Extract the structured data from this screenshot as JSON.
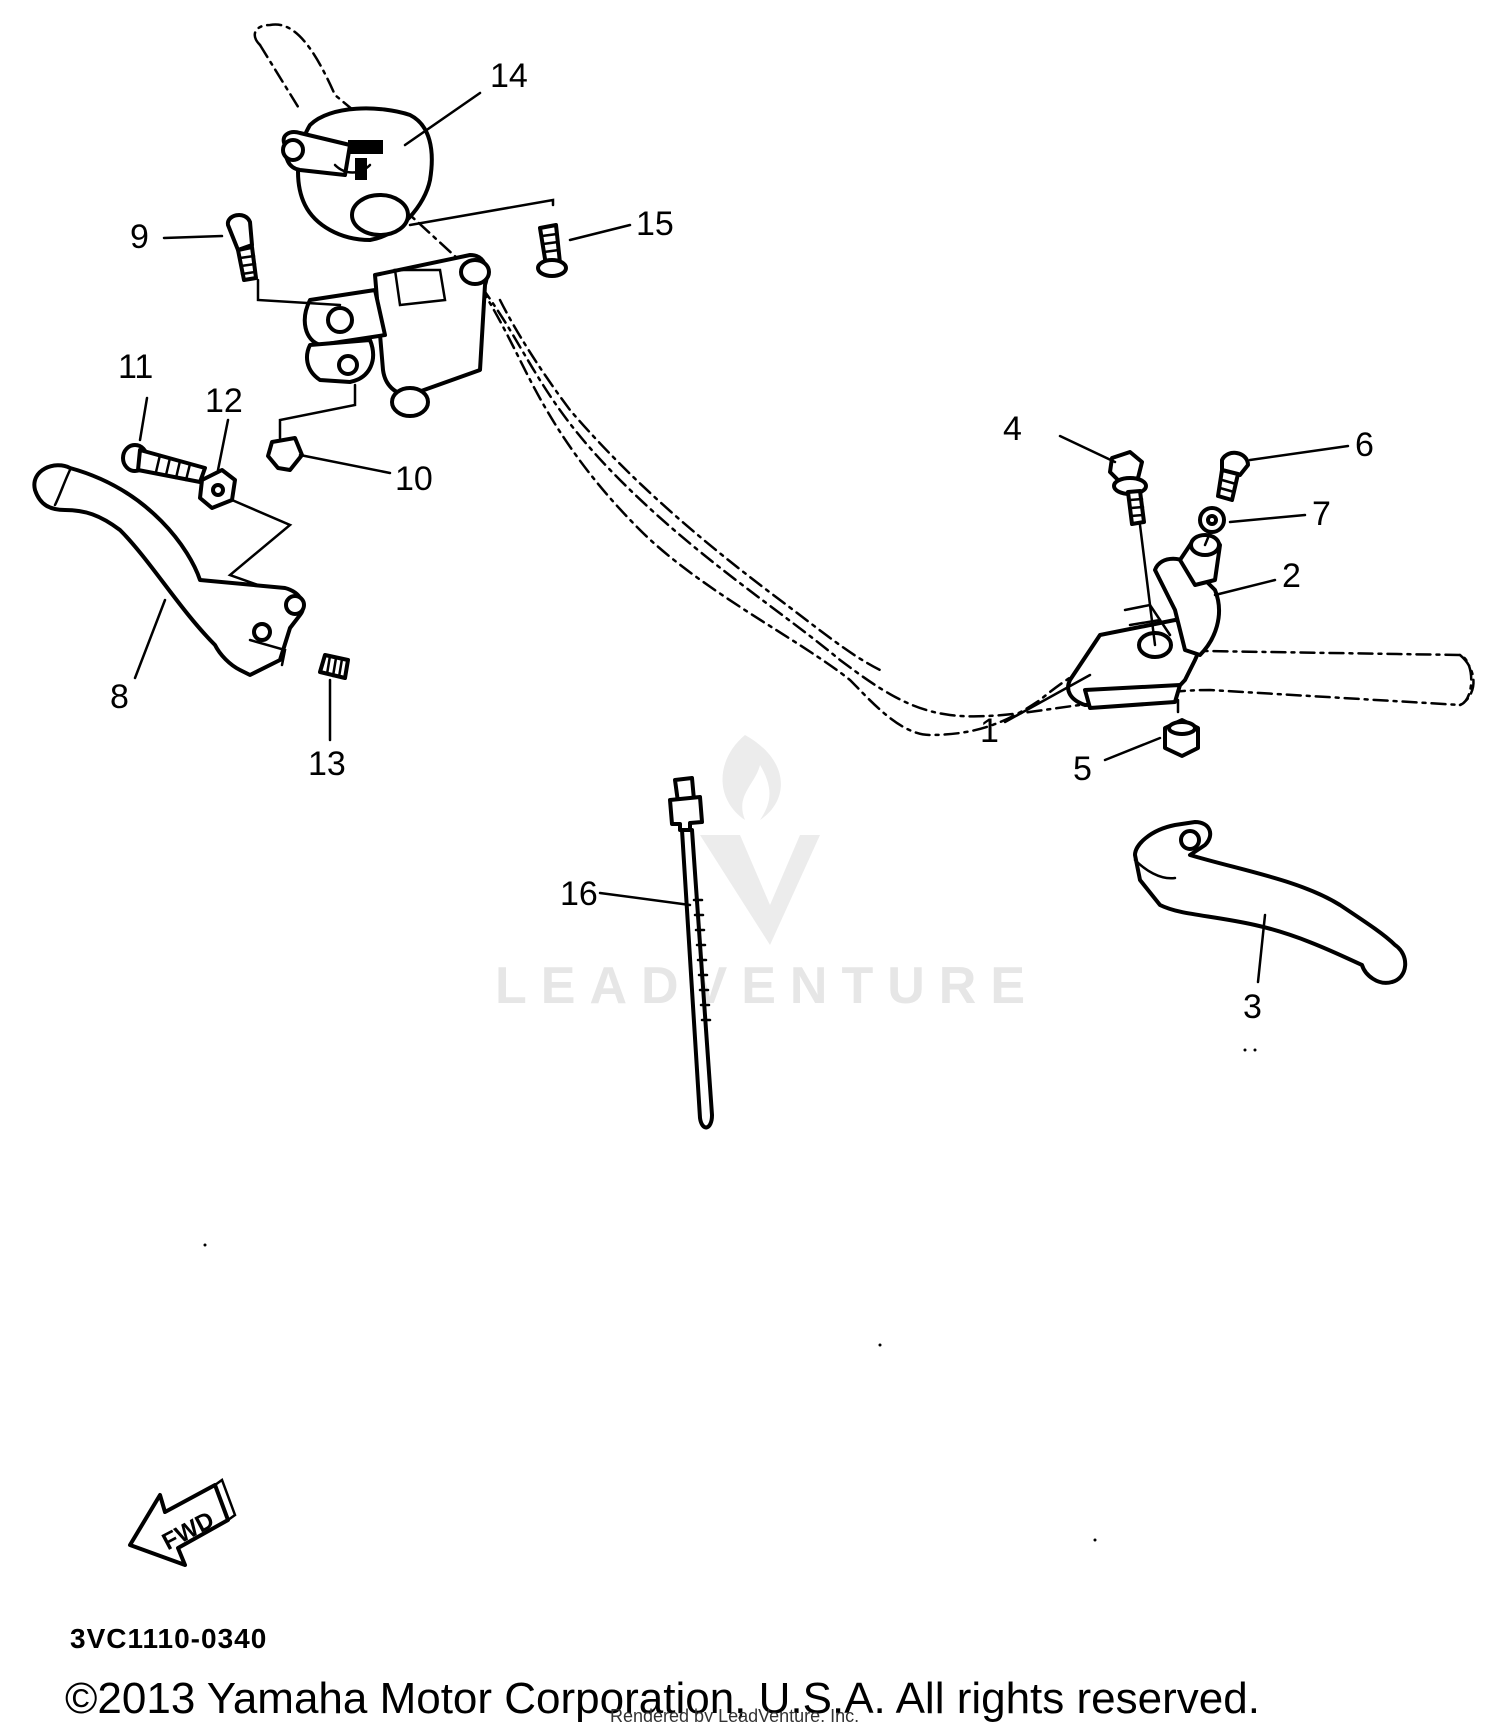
{
  "callouts": {
    "p1": "1",
    "p2": "2",
    "p3": "3",
    "p4": "4",
    "p5": "5",
    "p6": "6",
    "p7": "7",
    "p8": "8",
    "p9": "9",
    "p10": "10",
    "p11": "11",
    "p12": "12",
    "p13": "13",
    "p14": "14",
    "p15": "15",
    "p16": "16"
  },
  "fwd_label": "FWD",
  "diagram_code": "3VC1110-0340",
  "watermark": "LEADVENTURE",
  "copyright": "©2013 Yamaha Motor Corporation, U.S.A. All rights reserved.",
  "rendered_by": "Rendered by LeadVenture, Inc."
}
